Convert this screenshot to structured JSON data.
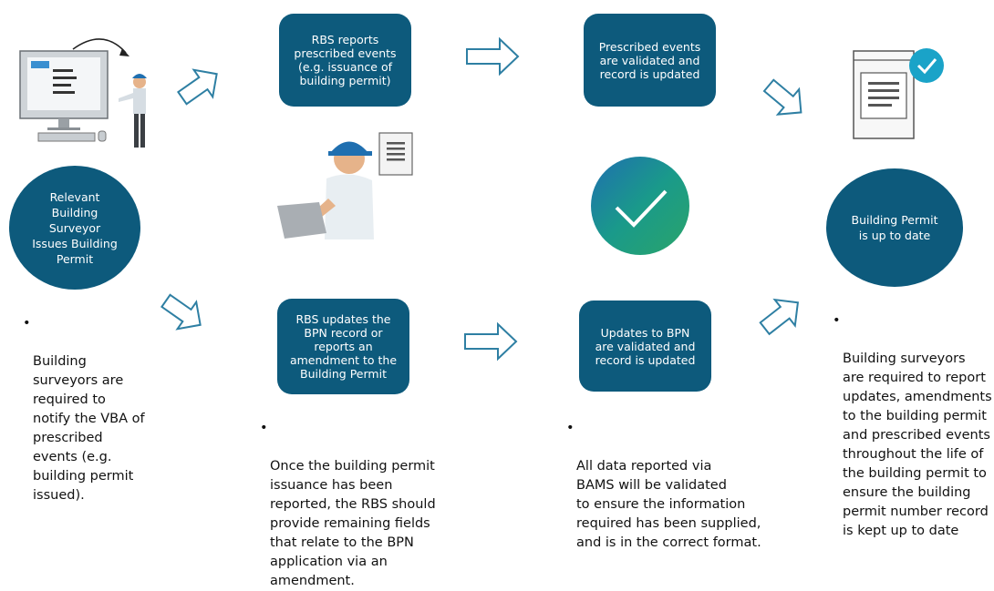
{
  "colors": {
    "brand": "#0d5a7c",
    "arrow": "#2e7fa3",
    "check_start": "#1a9a8a",
    "check_end": "#1f6fb0",
    "badge": "#1aa3c8"
  },
  "steps": {
    "rbs_reports": "RBS reports\nprescribed events\n(e.g. issuance of\nbuilding permit)",
    "prescribed_validated": "Prescribed events\nare validated and\nrecord is updated",
    "rbs_updates": "RBS updates the\nBPN record or\nreports an\namendment to the\nBuilding Permit",
    "updates_validated": "Updates to BPN\nare validated and\nrecord is updated",
    "surveyor_issues": "Relevant\nBuilding\nSurveyor\nIssues Building\nPermit",
    "permit_up_to_date": "Building Permit\nis up to date"
  },
  "notes": {
    "left": "Building\nsurveyors are\nrequired to\nnotify the VBA of\nprescribed\nevents (e.g.\nbuilding permit\nissued).",
    "middle": "Once the building permit\nissuance has been\nreported, the RBS should\nprovide remaining fields\nthat relate to the BPN\napplication via an\namendment.",
    "center": "All data reported via\nBAMS will be validated\nto ensure the information\nrequired has been supplied,\nand is in the correct format.",
    "right": "Building surveyors\nare required to report\nupdates, amendments\nto the building permit\nand prescribed events\nthroughout the life of\nthe building permit to\nensure the building\npermit number record\nis kept up to date"
  },
  "icons": {
    "workstation": "surveyor-computer-icon",
    "laptop": "worker-laptop-icon",
    "check": "validated-check-icon",
    "document": "updated-document-icon"
  }
}
